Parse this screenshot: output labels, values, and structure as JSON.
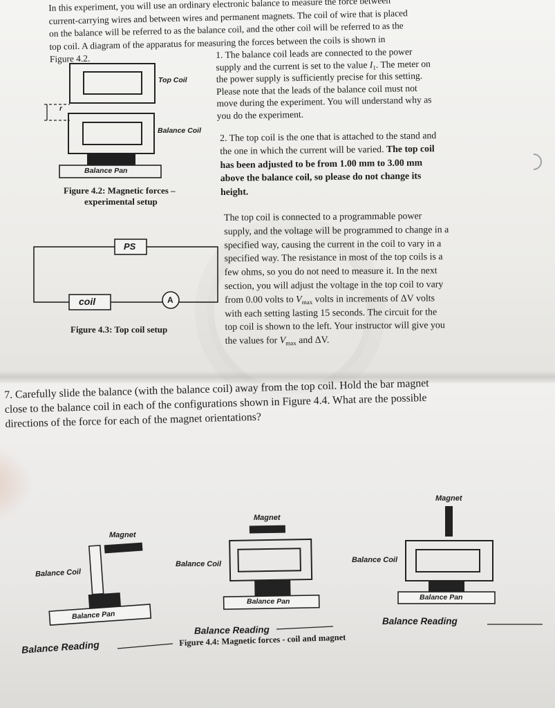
{
  "intro": {
    "lines": [
      "In this experiment, you will use an ordinary electronic balance to measure the force between",
      "current-carrying wires and between wires and permanent magnets. The coil of wire that is placed",
      "on the balance will be referred to as the balance coil, and the other coil will be referred to as the",
      "top coil. A diagram of the apparatus for measuring the forces between the coils is shown in",
      "Figure 4.2."
    ]
  },
  "step1": {
    "line1_a": "1. The balance coil leads are connected to the power",
    "line2_a": "supply and the current is set to the value ",
    "line2_var": "I",
    "line2_sub": "1",
    "line2_b": ". The meter on",
    "line3": "the power supply is sufficiently precise for this setting.",
    "line4": "Please note that the leads of the balance coil must not",
    "line5": "move during the experiment. You will understand why as",
    "line6": "you do the experiment."
  },
  "step2": {
    "line1": "2. The top coil is the one that is attached to the stand and",
    "line2_a": "the one in which the current will be varied. ",
    "line2_b": "The top coil",
    "line3": "has been adjusted to be from 1.00 mm to 3.00 mm",
    "line4": "above the balance coil, so please do not change its",
    "line5": "height."
  },
  "step3": {
    "lines": [
      "The top coil is connected to a programmable power",
      "supply, and the voltage will be programmed to change in a",
      "specified way, causing the current in the coil to vary in a",
      "specified way. The resistance in most of the top coils is a",
      "few ohms, so you do not need to measure it. In the next",
      "section, you will adjust the voltage in the top coil to vary"
    ],
    "line7_a": "from 0.00 volts to ",
    "vmax_v": "V",
    "vmax_sub": "max",
    "line7_b": " volts in increments of ΔV volts",
    "line8": "with each setting lasting 15 seconds. The circuit for the",
    "line9": "top coil is shown to the left. Your instructor will give you",
    "line10_a": "the values for ",
    "line10_b": " and ΔV."
  },
  "figure42": {
    "top_coil_label": "Top Coil",
    "balance_coil_label": "Balance Coil",
    "balance_pan_label": "Balance Pan",
    "r_label": "r",
    "caption_line1": "Figure 4.2: Magnetic forces –",
    "caption_line2": "experimental setup"
  },
  "figure43": {
    "ps_label": "PS",
    "coil_label": "coil",
    "ammeter_label": "A",
    "caption": "Figure 4.3: Top coil setup"
  },
  "question7": {
    "lines": [
      "7. Carefully slide the balance (with the balance coil) away from the top coil. Hold the bar magnet",
      "close to the balance coil in each of the configurations shown in Figure 4.4. What are the possible",
      "directions of the force for each of the magnet orientations?"
    ]
  },
  "figure44": {
    "left": {
      "magnet_label": "Magnet",
      "coil_label": "Balance Coil",
      "pan_label": "Balance Pan",
      "reading_label": "Balance Reading"
    },
    "middle": {
      "magnet_label": "Magnet",
      "coil_label": "Balance Coil",
      "pan_label": "Balance Pan",
      "reading_label": "Balance Reading"
    },
    "right": {
      "magnet_label": "Magnet",
      "coil_label": "Balance Coil",
      "pan_label": "Balance Pan",
      "reading_label": "Balance Reading"
    },
    "caption": "Figure 4.4: Magnetic forces - coil and magnet"
  }
}
